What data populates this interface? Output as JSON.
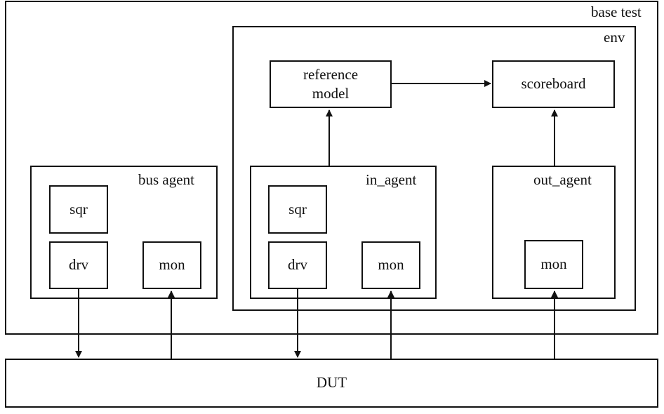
{
  "diagram": {
    "base_test": {
      "label": "base test"
    },
    "env": {
      "label": "env"
    },
    "reference_model": {
      "label_line1": "reference",
      "label_line2": "model"
    },
    "scoreboard": {
      "label": "scoreboard"
    },
    "bus_agent": {
      "label": "bus agent",
      "sqr": "sqr",
      "drv": "drv",
      "mon": "mon"
    },
    "in_agent": {
      "label": "in_agent",
      "sqr": "sqr",
      "drv": "drv",
      "mon": "mon"
    },
    "out_agent": {
      "label": "out_agent",
      "mon": "mon"
    },
    "dut": {
      "label": "DUT"
    }
  }
}
